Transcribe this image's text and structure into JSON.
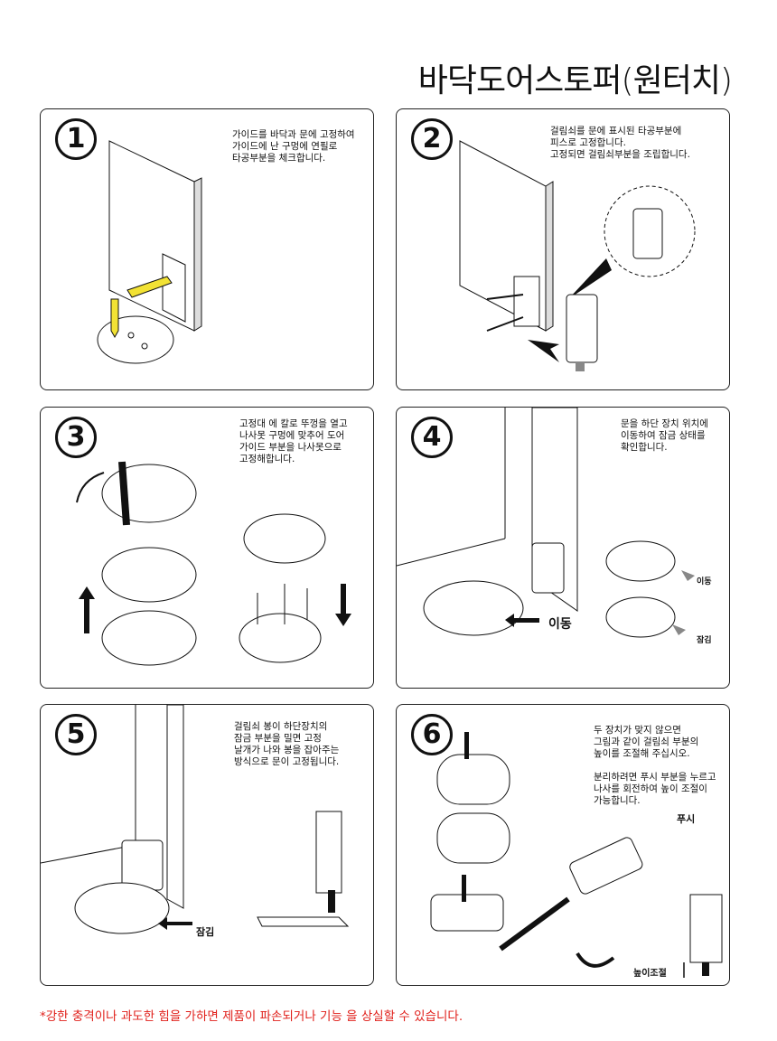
{
  "title": "바닥도어스토퍼(원터치)",
  "steps": [
    {
      "number": "1",
      "text": "가이드를 바닥과 문에 고정하여\n가이드에 난 구멍에 연필로\n타공부분을 체크합니다."
    },
    {
      "number": "2",
      "text": "걸림쇠를 문에 표시된 타공부분에\n피스로 고정합니다.\n고정되면 걸림쇠부분을 조립합니다."
    },
    {
      "number": "3",
      "text": "고정대 에 칼로 뚜껑을 열고\n나사못 구멍에 맞추어 도어\n가이드 부분을 나사못으로\n고정해합니다."
    },
    {
      "number": "4",
      "text": "문을 하단 장치 위치에\n이동하여 잠금 상태를\n확인합니다.",
      "labels": {
        "move_main": "이동",
        "move_small": "이동",
        "lock_small": "잠김"
      }
    },
    {
      "number": "5",
      "text": "걸림쇠 봉이 하단장치의\n잠금 부분을 밀면 고정\n날개가 나와 봉을 잡아주는\n방식으로 문이 고정됩니다.",
      "labels": {
        "lock": "잠김"
      }
    },
    {
      "number": "6",
      "text": "두 장치가 맞지 않으면\n그림과 같이 걸림쇠 부분의\n높이를 조절해 주십시오.\n\n분리하려면 푸시 부분을 누르고\n나사를 회전하여 높이 조절이\n가능합니다.",
      "labels": {
        "push": "푸시",
        "height": "높이조절"
      }
    }
  ],
  "footer": "*강한 충격이나 과도한 힘을 가하면 제품이 파손되거나 기능 을 상실할 수 있습니다.",
  "colors": {
    "pencil": "#f2e234",
    "warning": "#e0201b",
    "arrow_gray": "#888888"
  }
}
